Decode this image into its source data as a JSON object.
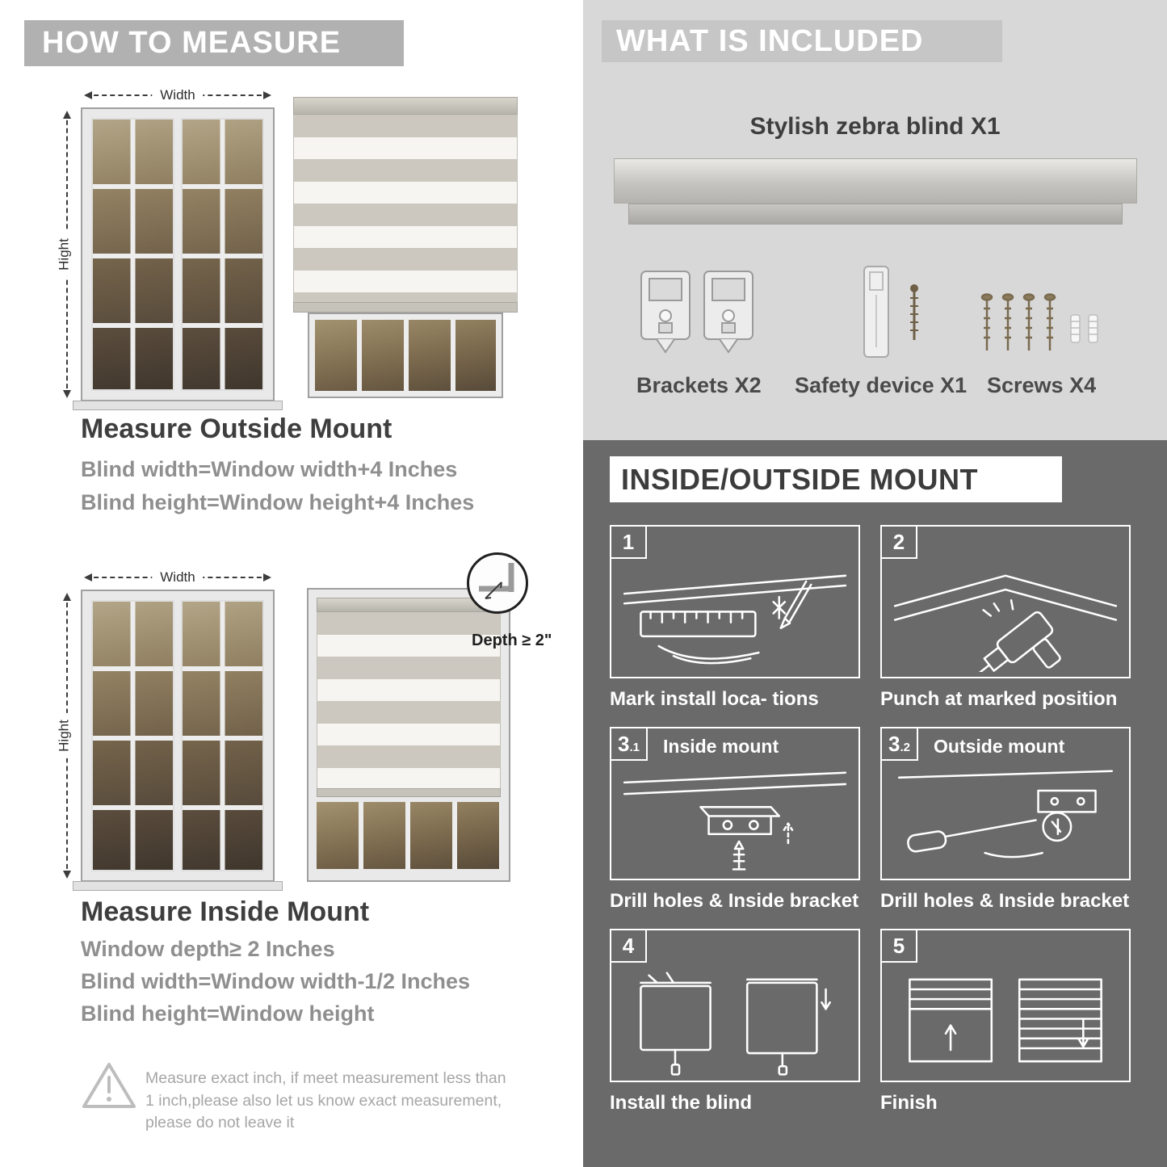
{
  "left": {
    "header": "HOW TO MEASURE",
    "outside": {
      "width_label": "Width",
      "height_label": "Hight",
      "title": "Measure Outside Mount",
      "line1": "Blind width=Window width+4 Inches",
      "line2": "Blind height=Window height+4 Inches"
    },
    "inside": {
      "width_label": "Width",
      "height_label": "Hight",
      "depth_label": "Depth ≥ 2\"",
      "title": "Measure Inside Mount",
      "line1": "Window depth≥ 2 Inches",
      "line2": "Blind width=Window width-1/2 Inches",
      "line3": "Blind height=Window height"
    },
    "warning_text": "Measure exact inch, if meet measurement less than 1 inch,please also let us know exact measurement, please do not leave it"
  },
  "right": {
    "included": {
      "header": "WHAT IS INCLUDED",
      "product_label": "Stylish zebra blind X1",
      "items": [
        {
          "label": "Brackets X2"
        },
        {
          "label": "Safety device X1"
        },
        {
          "label": "Screws X4"
        }
      ]
    },
    "mount": {
      "header": "INSIDE/OUTSIDE MOUNT",
      "steps": [
        {
          "num": "1",
          "sub": "",
          "title": "",
          "caption": "Mark install loca- tions"
        },
        {
          "num": "2",
          "sub": "",
          "title": "",
          "caption": "Punch at  marked position"
        },
        {
          "num": "3",
          "sub": ".1",
          "title": "Inside mount",
          "caption": "Drill holes &  Inside bracket"
        },
        {
          "num": "3",
          "sub": ".2",
          "title": "Outside mount",
          "caption": "Drill holes &  Inside bracket"
        },
        {
          "num": "4",
          "sub": "",
          "title": "",
          "caption": "Install the blind"
        },
        {
          "num": "5",
          "sub": "",
          "title": "",
          "caption": "Finish"
        }
      ]
    }
  }
}
